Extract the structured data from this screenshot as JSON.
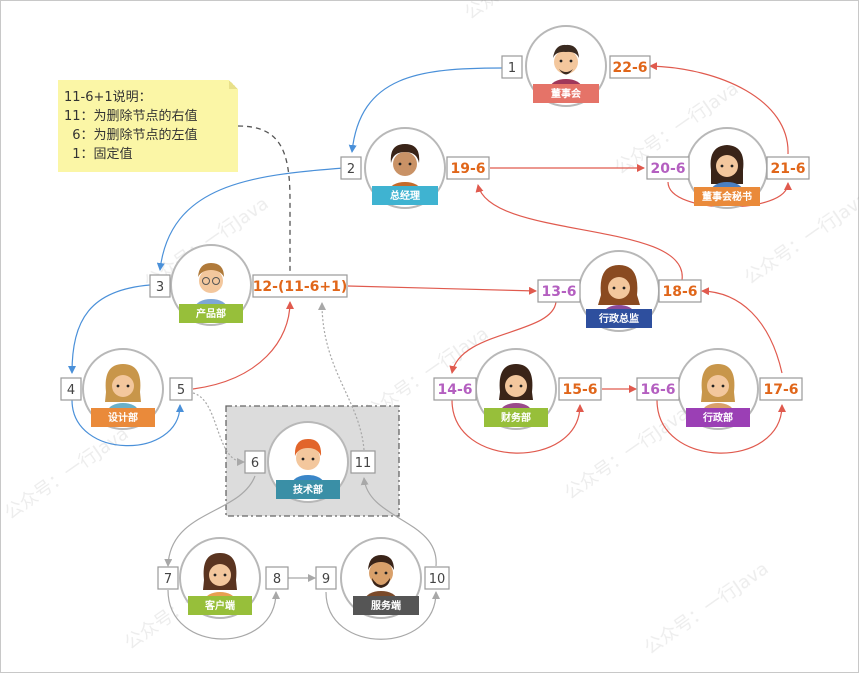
{
  "note": {
    "lines": [
      "11-6+1说明：",
      "11：为删除节点的右值",
      "  6：为删除节点的左值",
      "  1：固定值"
    ]
  },
  "watermark": "公众号：一行Java",
  "colors": {
    "blue_edge": "#4a90d9",
    "red_edge": "#e05a4e",
    "gray_edge": "#a8a8a8",
    "orange_value": "#e0661a",
    "purple_value": "#b45fc0"
  },
  "nodes": {
    "dongshihui": {
      "tag": "董事会",
      "left": "1",
      "right": "22-6",
      "tag_color": "#e57368"
    },
    "zongjingli": {
      "tag": "总经理",
      "left": "2",
      "right": "19-6",
      "tag_color": "#3fb3d1"
    },
    "mishu": {
      "tag": "董事会秘书",
      "left": "20-6",
      "right": "21-6",
      "tag_color": "#ea8a3a"
    },
    "chanpin": {
      "tag": "产品部",
      "left": "3",
      "right": "12-(11-6+1)",
      "tag_color": "#97bf3a"
    },
    "xingzhengzongjian": {
      "tag": "行政总监",
      "left": "13-6",
      "right": "18-6",
      "tag_color": "#2e4f9e"
    },
    "sheji": {
      "tag": "设计部",
      "left": "4",
      "right": "5",
      "tag_color": "#ea8a3a"
    },
    "caiwu": {
      "tag": "财务部",
      "left": "14-6",
      "right": "15-6",
      "tag_color": "#97bf3a"
    },
    "xingzheng": {
      "tag": "行政部",
      "left": "16-6",
      "right": "17-6",
      "tag_color": "#9b3fb5"
    },
    "jishu": {
      "tag": "技术部",
      "left": "6",
      "right": "11",
      "tag_color": "#3a8fa6"
    },
    "kehu": {
      "tag": "客户端",
      "left": "7",
      "right": "8",
      "tag_color": "#97bf3a"
    },
    "fuwu": {
      "tag": "服务端",
      "left": "9",
      "right": "10",
      "tag_color": "#555555"
    }
  }
}
